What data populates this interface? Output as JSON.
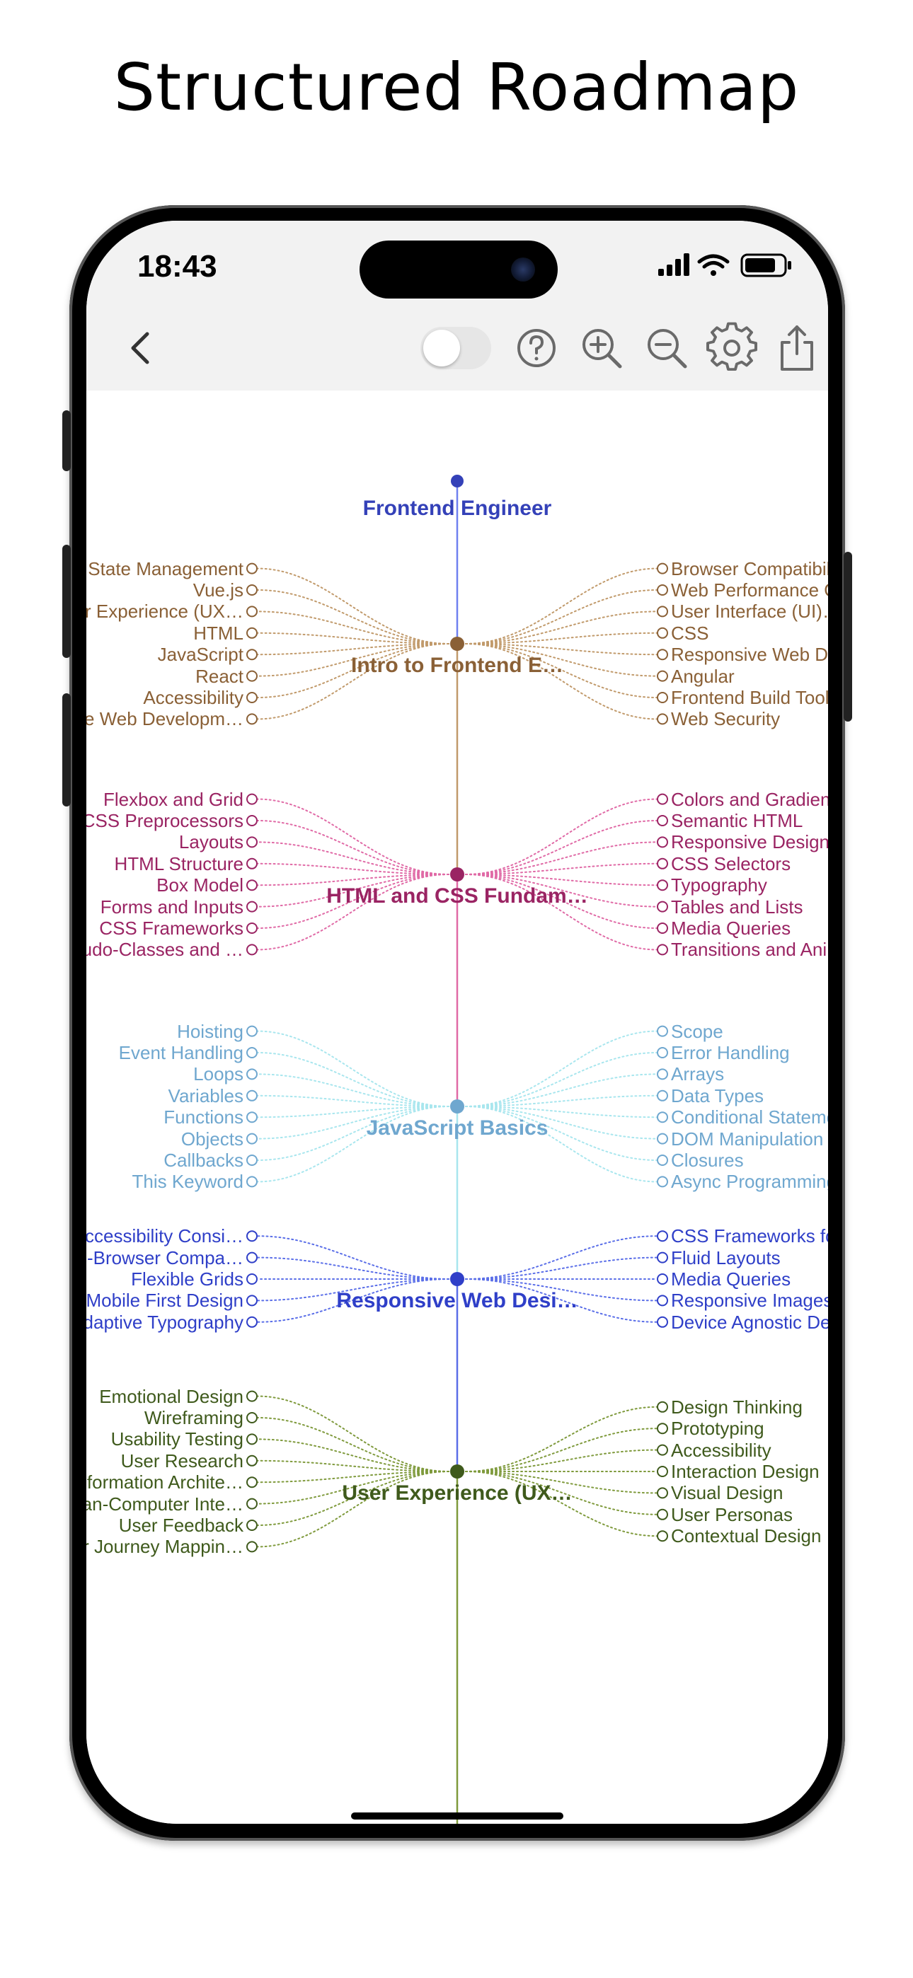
{
  "headline": "Structured Roadmap",
  "status_bar": {
    "time": "18:43"
  },
  "toolbar": {
    "back_icon": "chevron-left-icon",
    "toggle_on": false,
    "help_icon": "help-circle-icon",
    "zoom_in_icon": "zoom-in-icon",
    "zoom_out_icon": "zoom-out-icon",
    "settings_icon": "gear-icon",
    "share_icon": "share-icon"
  },
  "colors": {
    "root": "#3441b8",
    "intro": "#8a6036",
    "html_css": "#9a2463",
    "javascript": "#6fa7cf",
    "responsive": "#2f3fc8",
    "ux": "#3f5a1c",
    "spine_blue": "#6f80f0"
  },
  "roadmap": {
    "root": "Frontend Engineer",
    "sections": [
      {
        "title": "Intro to Frontend E…",
        "color": "#8a6036",
        "line_color": "#c19a6b",
        "left": [
          "State Management",
          "Vue.js",
          "User Experience (UX…",
          "HTML",
          "JavaScript",
          "React",
          "Accessibility",
          "Mobile Web Developm…"
        ],
        "right": [
          "Browser Compatibili…",
          "Web Performance Opt…",
          "User Interface (UI)…",
          "CSS",
          "Responsive Web Desi…",
          "Angular",
          "Frontend Build Tool…",
          "Web Security"
        ]
      },
      {
        "title": "HTML and CSS Fundam…",
        "color": "#9a2463",
        "line_color": "#e06aa6",
        "left": [
          "Flexbox and Grid",
          "CSS Preprocessors",
          "Layouts",
          "HTML Structure",
          "Box Model",
          "Forms and Inputs",
          "CSS Frameworks",
          "Pseudo-Classes and …"
        ],
        "right": [
          "Colors and Gradient…",
          "Semantic HTML",
          "Responsive Design",
          "CSS Selectors",
          "Typography",
          "Tables and Lists",
          "Media Queries",
          "Transitions and Ani…"
        ]
      },
      {
        "title": "JavaScript Basics",
        "color": "#6fa7cf",
        "line_color": "#a8e6ee",
        "left": [
          "Hoisting",
          "Event Handling",
          "Loops",
          "Variables",
          "Functions",
          "Objects",
          "Callbacks",
          "This Keyword"
        ],
        "right": [
          "Scope",
          "Error Handling",
          "Arrays",
          "Data Types",
          "Conditional Stateme…",
          "DOM Manipulation",
          "Closures",
          "Async Programming"
        ]
      },
      {
        "title": "Responsive Web Desi…",
        "color": "#2f3fc8",
        "line_color": "#5a6ee8",
        "left": [
          "Accessibility Consi…",
          "Cross-Browser Compa…",
          "Flexible Grids",
          "Mobile First Design",
          "Adaptive Typography"
        ],
        "right": [
          "CSS Frameworks for …",
          "Fluid Layouts",
          "Media Queries",
          "Responsive Images",
          "Device Agnostic Des…"
        ]
      },
      {
        "title": "User Experience (UX…",
        "color": "#3f5a1c",
        "line_color": "#7f9a3c",
        "left": [
          "Emotional Design",
          "Wireframing",
          "Usability Testing",
          "User Research",
          "Information Archite…",
          "Human-Computer Inte…",
          "User Feedback",
          "User Journey Mappin…"
        ],
        "right": [
          "Design Thinking",
          "Prototyping",
          "Accessibility",
          "Interaction Design",
          "Visual Design",
          "User Personas",
          "Contextual Design"
        ]
      }
    ]
  }
}
